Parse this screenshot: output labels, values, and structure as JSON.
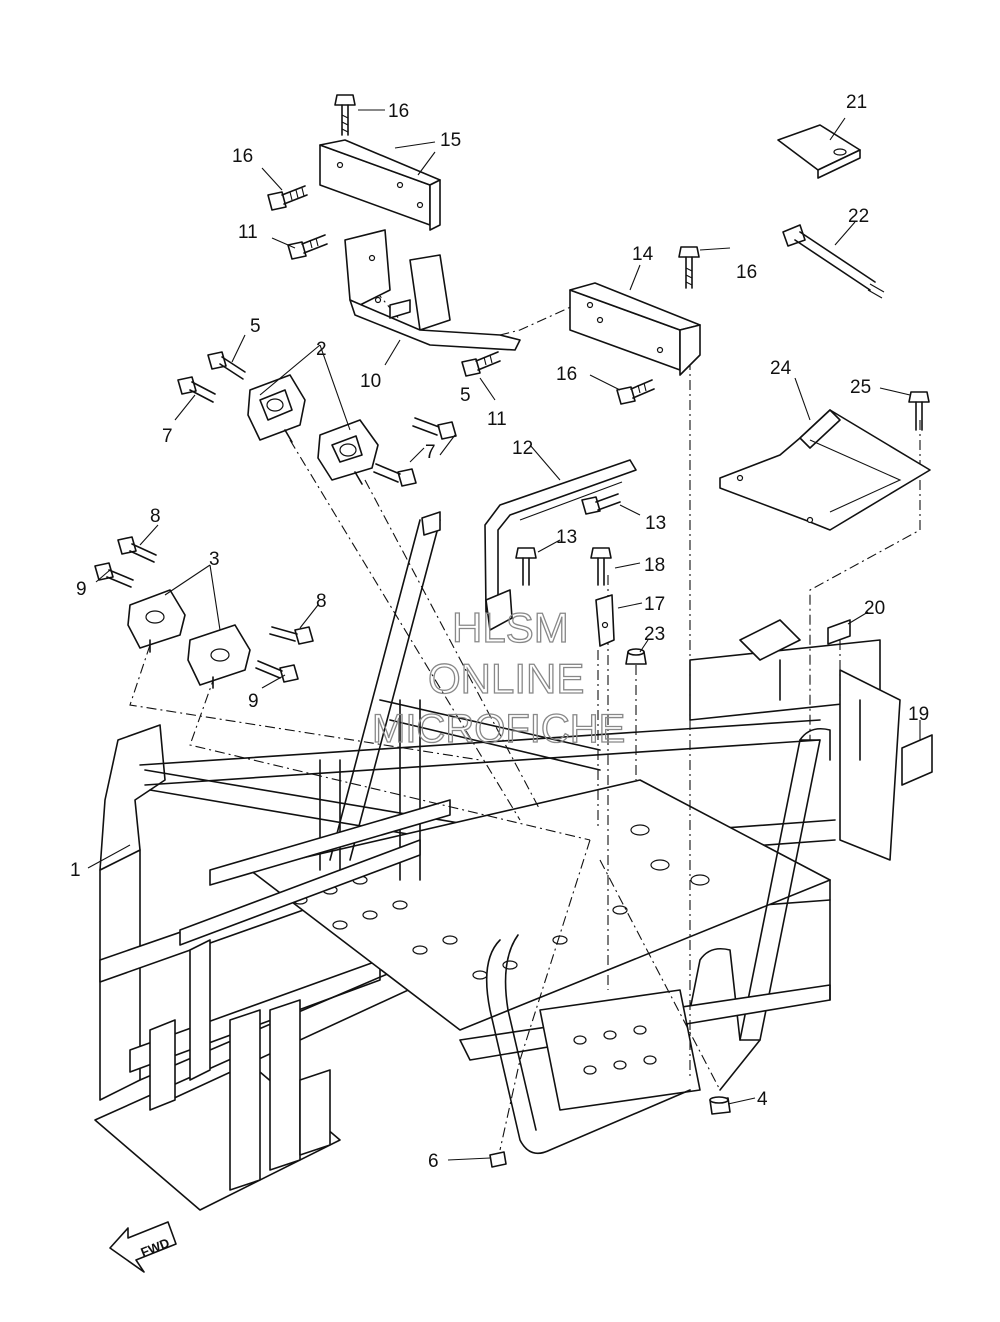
{
  "diagram": {
    "callouts": {
      "c1": "1",
      "c2": "2",
      "c3": "3",
      "c4": "4",
      "c5a": "5",
      "c5b": "5",
      "c6": "6",
      "c7a": "7",
      "c7b": "7",
      "c8a": "8",
      "c8b": "8",
      "c9a": "9",
      "c9b": "9",
      "c10": "10",
      "c11a": "11",
      "c11b": "11",
      "c12": "12",
      "c13a": "13",
      "c13b": "13",
      "c14": "14",
      "c15": "15",
      "c16a": "16",
      "c16b": "16",
      "c16c": "16",
      "c16d": "16",
      "c17": "17",
      "c18": "18",
      "c19": "19",
      "c20": "20",
      "c21": "21",
      "c22": "22",
      "c23": "23",
      "c24": "24",
      "c25": "25"
    },
    "watermark": {
      "line1": "HLSM",
      "line2": "ONLINE",
      "line3": "MICROFICHE"
    },
    "fwd_label": "FWD"
  }
}
